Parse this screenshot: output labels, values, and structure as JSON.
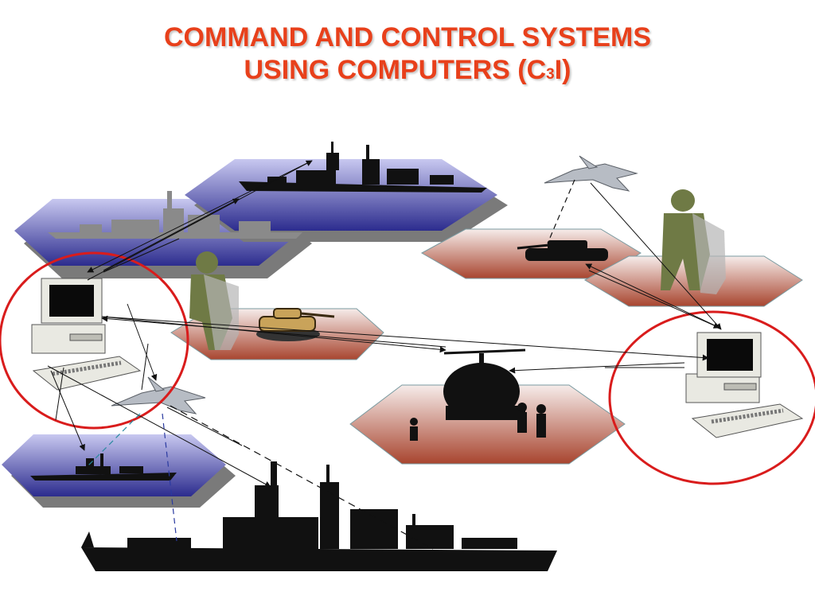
{
  "title": {
    "line1": "COMMAND AND CONTROL SYSTEMS",
    "line2_prefix": "USING COMPUTERS  (C",
    "line2_sub": "3",
    "line2_suffix": "I)"
  },
  "colors": {
    "title": "#e8401b",
    "sea_top": "#c8c8f0",
    "sea_bottom": "#2c2c8e",
    "land_top": "#f6ecea",
    "land_bottom": "#a8452f",
    "highlight_circle": "#d91c1c",
    "silhouette": "#111111",
    "shadow": "#9a9a9a"
  },
  "icons": [
    "computer-icon",
    "warship-icon",
    "fighter-jet-icon",
    "tank-icon",
    "soldier-icon",
    "helicopter-icon"
  ]
}
